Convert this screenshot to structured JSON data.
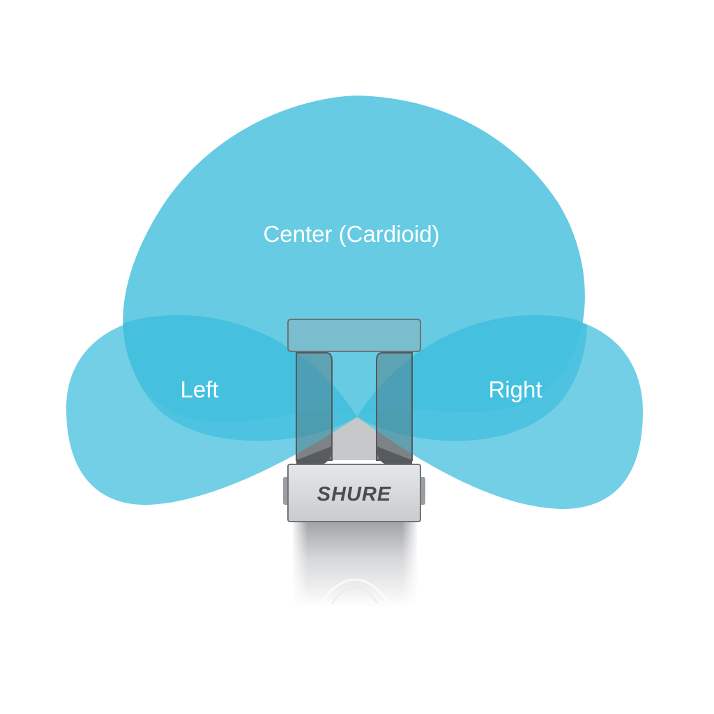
{
  "labels": {
    "center": "Center (Cardioid)",
    "left": "Left",
    "right": "Right"
  },
  "brand": {
    "text": "SHURE"
  },
  "colors": {
    "lobe_fill": "#5ec8e2",
    "lobe_overlap": "#2fb9dd",
    "mic_body": "#b9bcbf",
    "mic_band": "#d9dadc",
    "brand_text": "#4a4c50"
  }
}
